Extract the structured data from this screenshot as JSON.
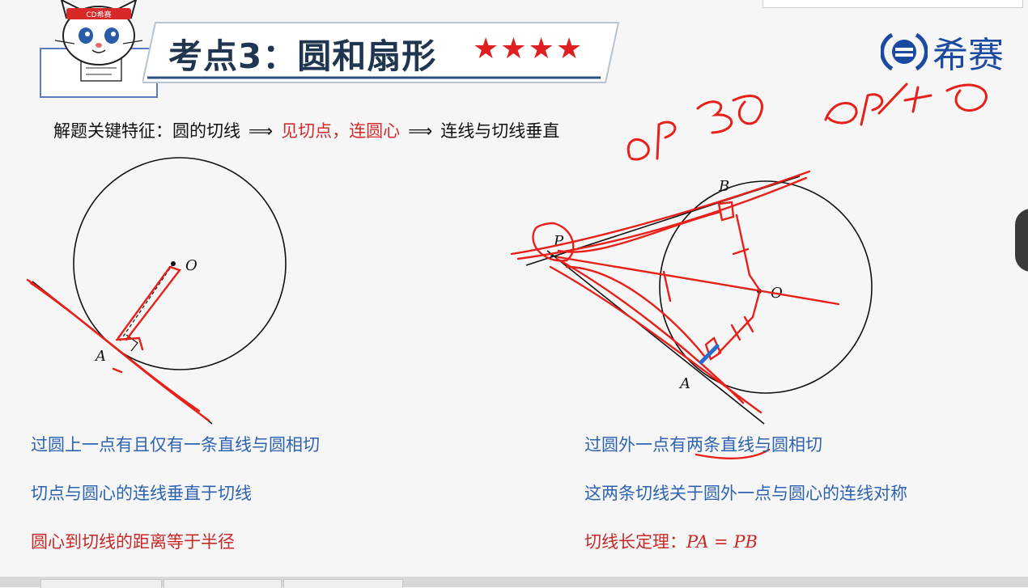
{
  "header": {
    "title": "考点3：圆和扇形",
    "stars": "★★★★",
    "brand_text": "希赛",
    "mascot_badge": "CD希赛"
  },
  "key_feature": {
    "label": "解题关键特征：圆的切线",
    "arrow": "⟹",
    "highlight": "见切点，连圆心",
    "result": "连线与切线垂直"
  },
  "left_figure": {
    "point_center": "O",
    "point_tangent": "A"
  },
  "right_figure": {
    "point_external": "P",
    "point_center": "O",
    "point_a": "A",
    "point_b": "B"
  },
  "left_notes": [
    "过圆上一点有且仅有一条直线与圆相切",
    "切点与圆心的连线垂直于切线",
    "圆心到切线的距离等于半径"
  ],
  "right_notes": {
    "note1": "过圆外一点有两条直线与圆相切",
    "note2": "这两条切线关于圆外一点与圆心的连线对称",
    "note3_label": "切线长定理：",
    "note3_formula": "PA = PB"
  },
  "colors": {
    "title": "#1f3550",
    "stars": "#e02020",
    "brand": "#1c4aa0",
    "highlight": "#d42a2a",
    "note_blue": "#2d63b1",
    "note_red": "#c82828",
    "annotation": "#e8201a"
  }
}
